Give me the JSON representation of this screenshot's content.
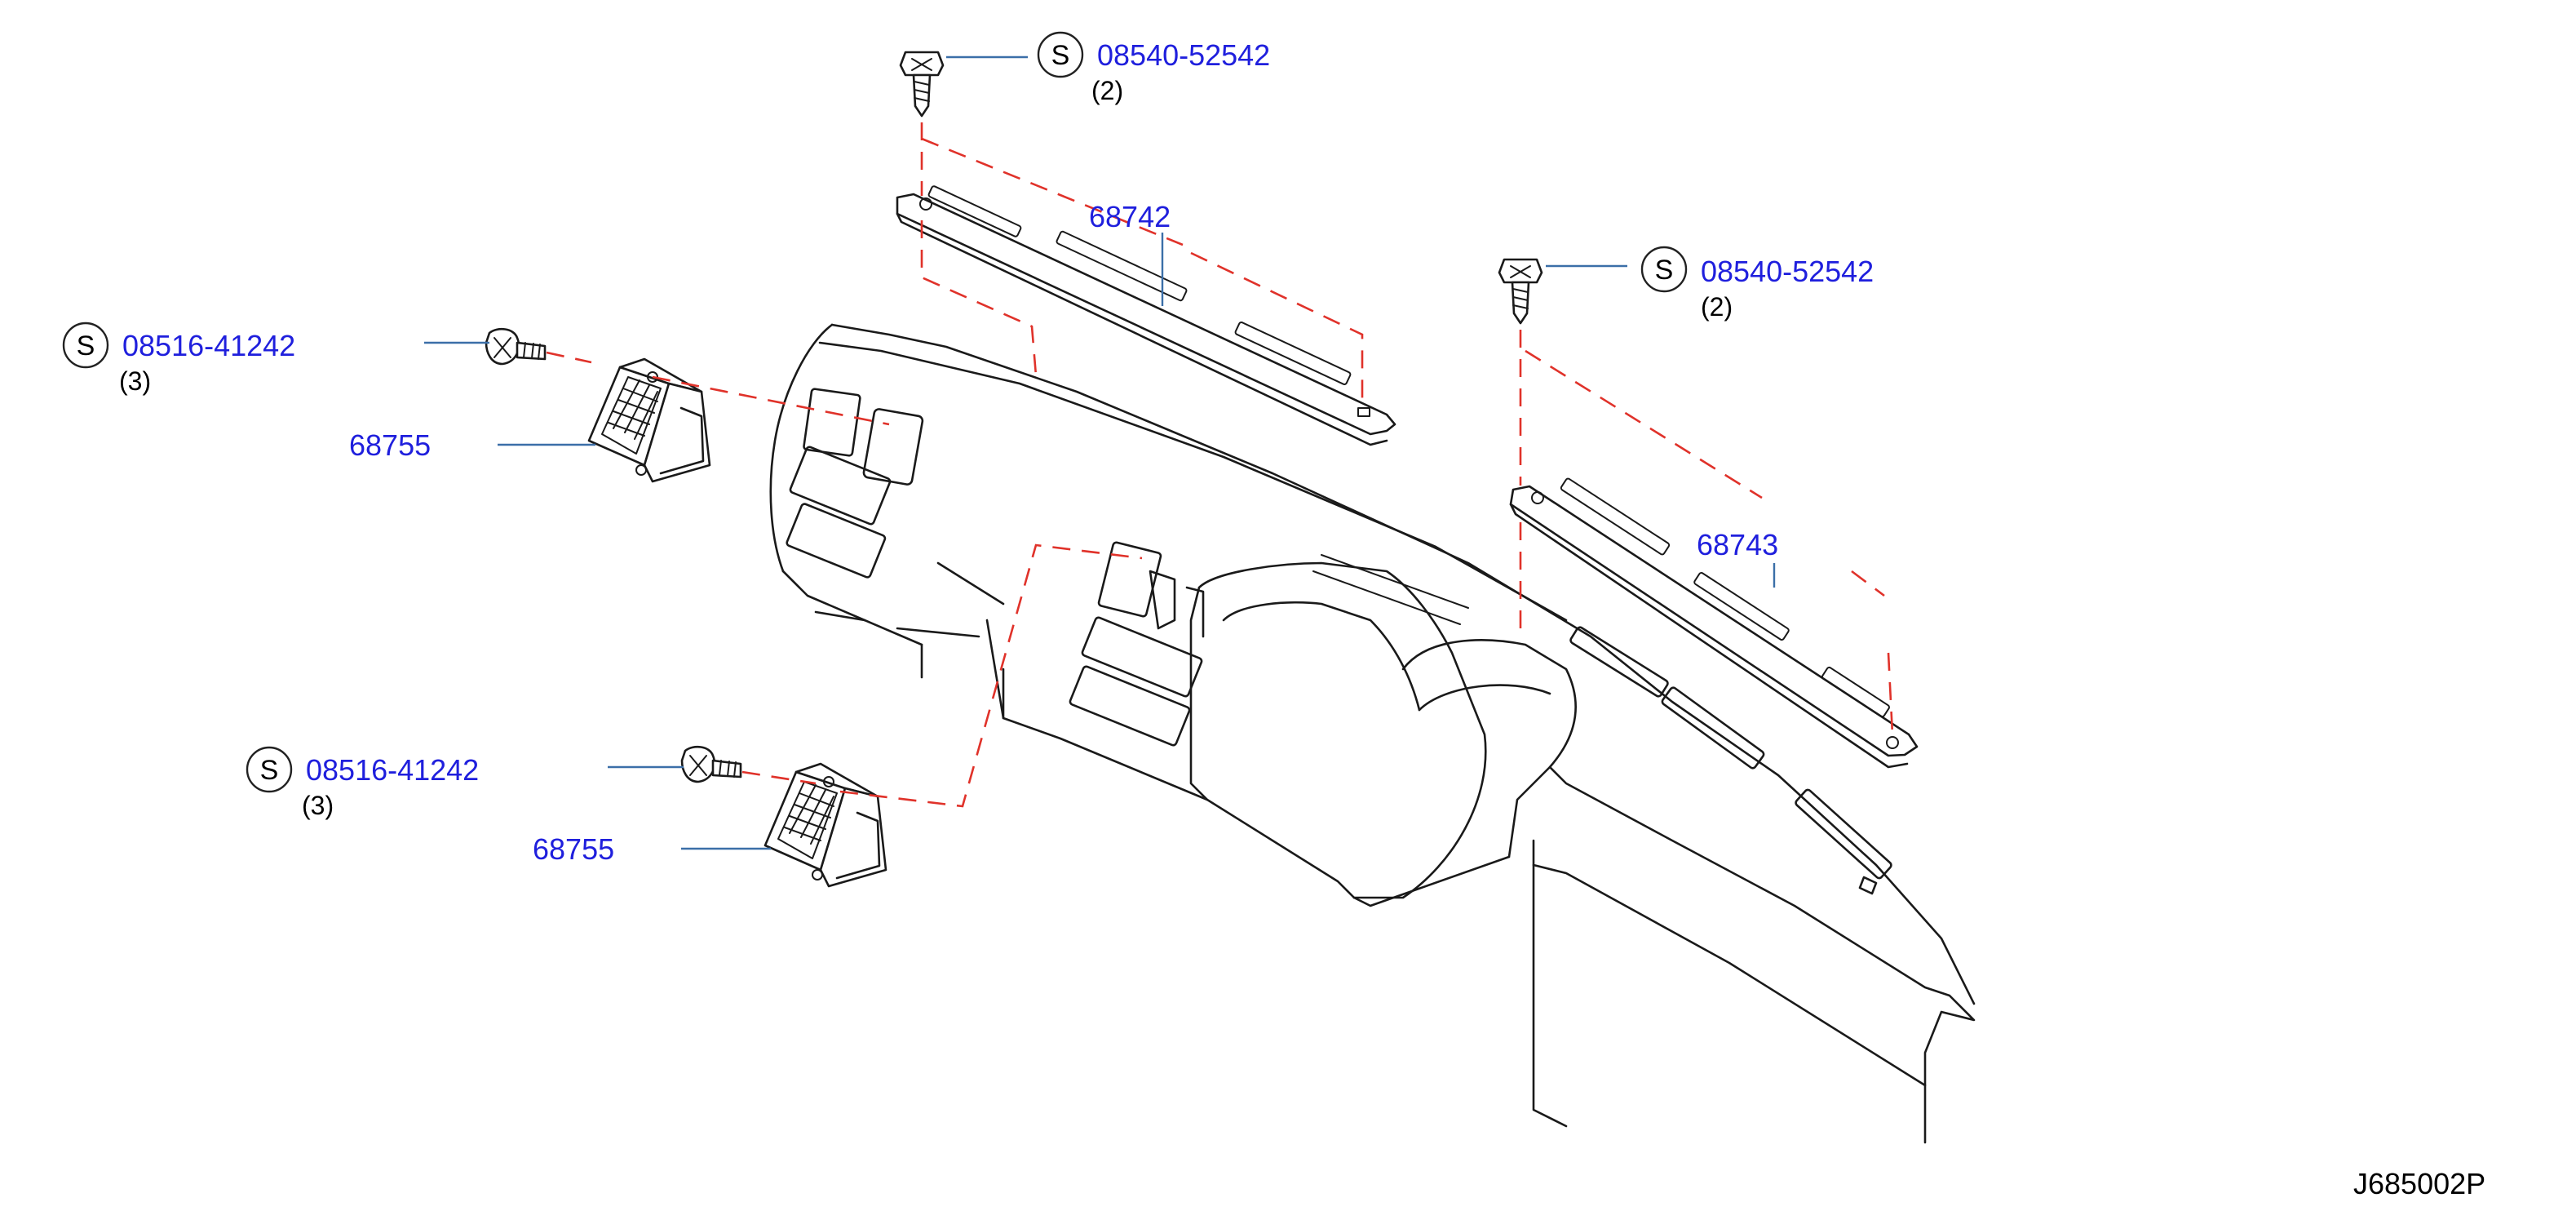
{
  "diagram_code": "J685002P",
  "standard_symbol": "S",
  "callouts": {
    "screw_top_center": {
      "part_no": "08540-52542",
      "qty": "(2)"
    },
    "screw_top_right": {
      "part_no": "08540-52542",
      "qty": "(2)"
    },
    "screw_left_upper": {
      "part_no": "08516-41242",
      "qty": "(3)"
    },
    "screw_left_lower": {
      "part_no": "08516-41242",
      "qty": "(3)"
    },
    "vent_upper": {
      "part_no": "68755"
    },
    "vent_lower": {
      "part_no": "68755"
    },
    "defroster_grille_center": {
      "part_no": "68742"
    },
    "defroster_grille_right": {
      "part_no": "68743"
    }
  },
  "colors": {
    "part_number": "#1f1fdd",
    "leader_line": "#3b6fa8",
    "assembly_dash": "#e0322a",
    "drawing_line": "#1a1a1a"
  }
}
